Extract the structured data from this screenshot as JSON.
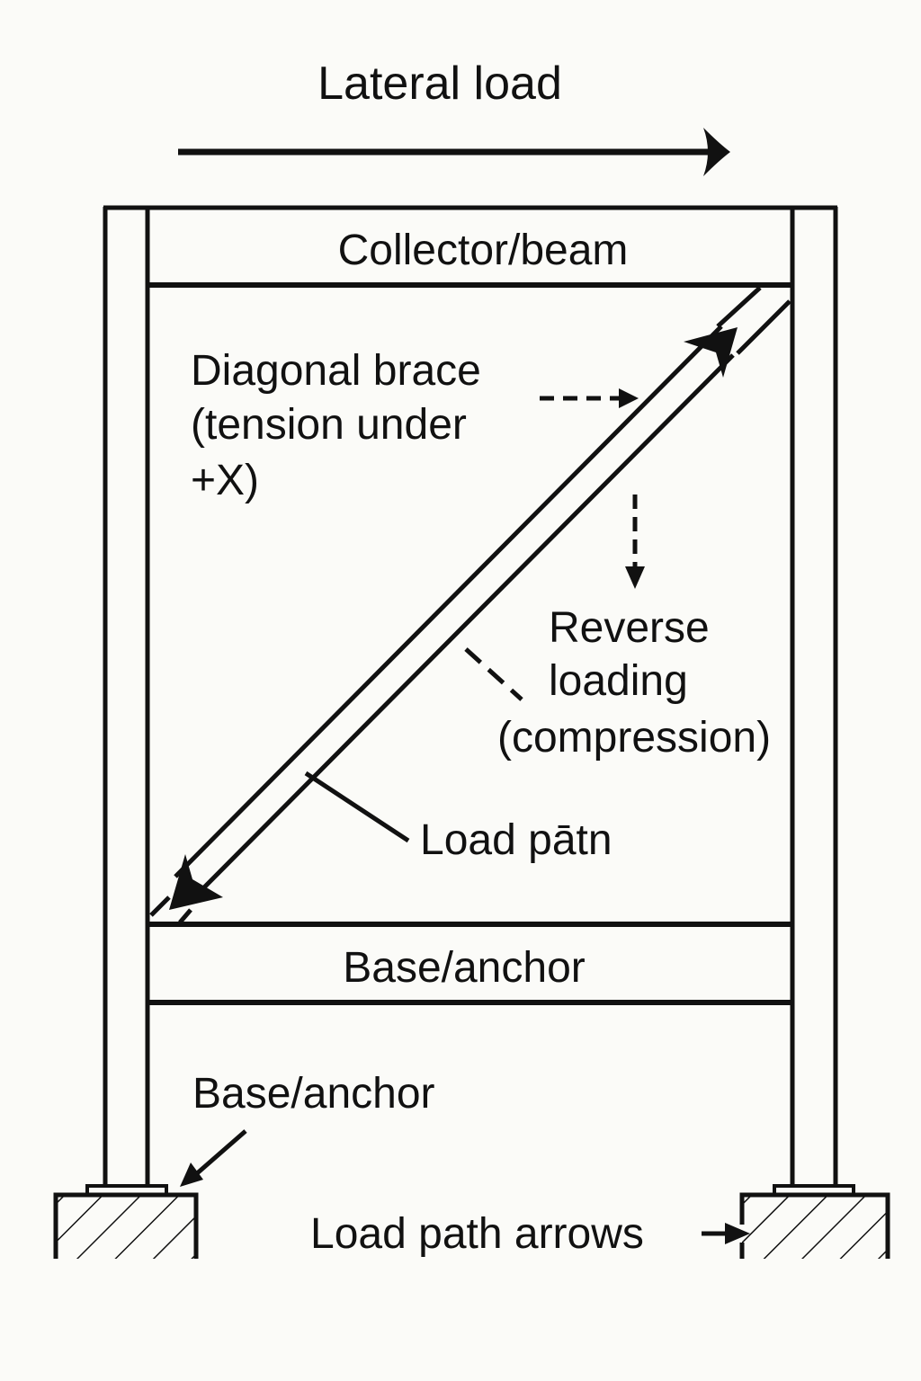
{
  "colors": {
    "background": "#fbfbf8",
    "ink": "#111111"
  },
  "labels": {
    "lateral_load": "Lateral load",
    "collector_beam": "Collector/beam",
    "diagonal_brace": [
      "Diagonal brace",
      "(tension under",
      "+X)"
    ],
    "reverse_loading": [
      "Reverse",
      "loading",
      "(compression)"
    ],
    "load_path": "Load pātn",
    "base_anchor_band": "Base/anchor",
    "base_anchor_callout": "Base/anchor",
    "load_path_arrows": "Load path arrows"
  }
}
